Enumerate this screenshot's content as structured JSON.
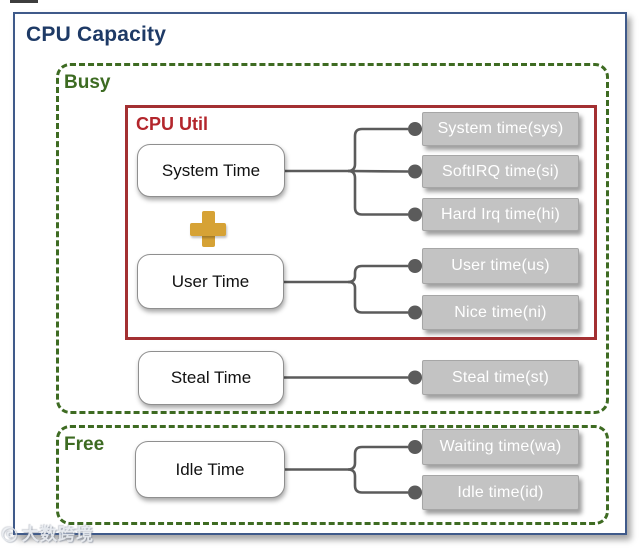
{
  "title": "CPU Capacity",
  "sections": {
    "busy": {
      "label": "Busy"
    },
    "free": {
      "label": "Free"
    }
  },
  "cpu_util": {
    "label": "CPU Util"
  },
  "nodes": {
    "system_time": {
      "label": "System Time"
    },
    "user_time": {
      "label": "User Time"
    },
    "steal_time": {
      "label": "Steal Time"
    },
    "idle_time": {
      "label": "Idle Time"
    }
  },
  "leaves": {
    "sys": {
      "label": "System time(sys)"
    },
    "si": {
      "label": "SoftIRQ time(si)"
    },
    "hi": {
      "label": "Hard Irq time(hi)"
    },
    "us": {
      "label": "User time(us)"
    },
    "ni": {
      "label": "Nice time(ni)"
    },
    "st": {
      "label": "Steal time(st)"
    },
    "wa": {
      "label": "Waiting time(wa)"
    },
    "id": {
      "label": "Idle time(id)"
    }
  },
  "relations": [
    {
      "from": "System Time",
      "to": [
        "System time(sys)",
        "SoftIRQ time(si)",
        "Hard Irq time(hi)"
      ]
    },
    {
      "from": "User Time",
      "to": [
        "User time(us)",
        "Nice time(ni)"
      ]
    },
    {
      "from": "Steal Time",
      "to": [
        "Steal time(st)"
      ]
    },
    {
      "from": "Idle Time",
      "to": [
        "Waiting time(wa)",
        "Idle time(id)"
      ]
    }
  ],
  "watermark": {
    "logo": "ⓒ",
    "text": "大数跨境"
  },
  "colors": {
    "title_navy": "#1e3a66",
    "outer_border_blue": "#3f5a8a",
    "section_green": "#3d6b22",
    "cpu_util_red": "#a33032",
    "plus_gold": "#d6a235",
    "leaf_gray": "#c3c3c3",
    "connector_gray": "#5b5b5b"
  }
}
